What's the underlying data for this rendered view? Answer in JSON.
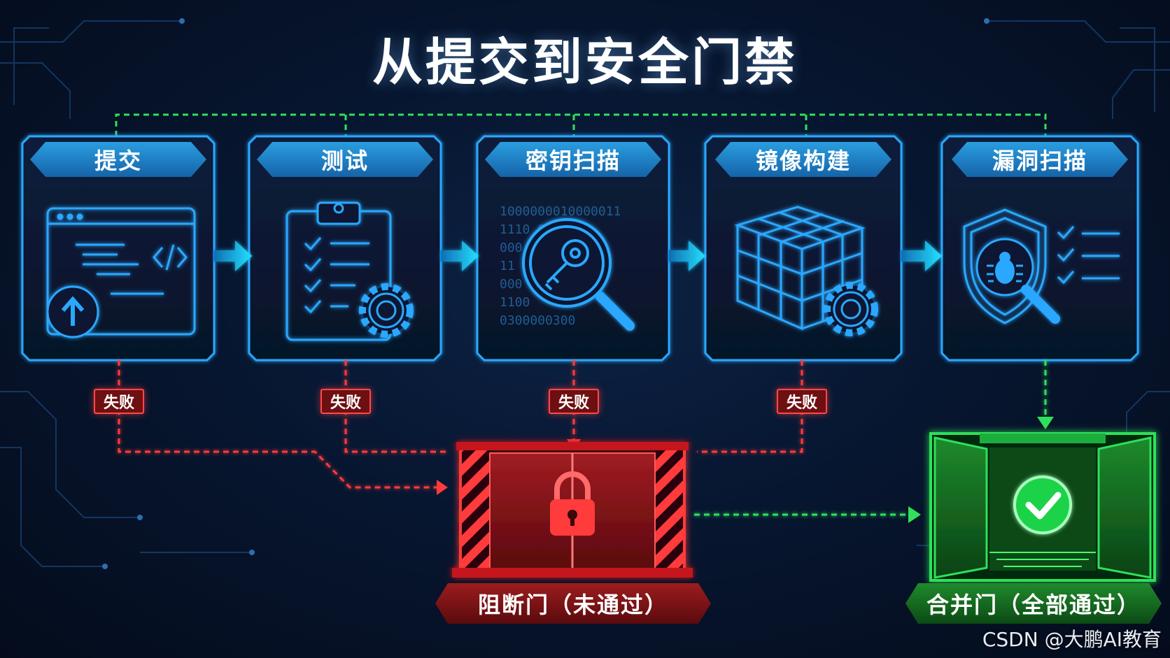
{
  "title": "从提交到安全门禁",
  "stages": [
    {
      "label": "提交",
      "icon": "code-window-upload-icon"
    },
    {
      "label": "测试",
      "icon": "clipboard-checklist-gear-icon"
    },
    {
      "label": "密钥扫描",
      "icon": "key-magnifier-binary-icon"
    },
    {
      "label": "镜像构建",
      "icon": "cube-gear-icon"
    },
    {
      "label": "漏洞扫描",
      "icon": "shield-bug-magnifier-icon"
    }
  ],
  "fail_label": "失败",
  "gates": {
    "block": {
      "label": "阻断门（未通过）",
      "icon": "padlock-icon"
    },
    "merge": {
      "label": "合并门（全部通过）",
      "icon": "checkmark-icon"
    }
  },
  "binary_rows": [
    "1000000010000011",
    "1110     00001",
    "000      0101",
    "11       0001",
    "000      0101",
    "1100     ",
    "0300000300"
  ],
  "watermark": "CSDN @大鹏AI教育",
  "colors": {
    "accent_blue": "#2aa8ff",
    "arrow_cyan": "#22d3f0",
    "fail_red": "#ff3b3b",
    "pass_green": "#2fe05a",
    "header_blue": "#1b7cc4"
  }
}
